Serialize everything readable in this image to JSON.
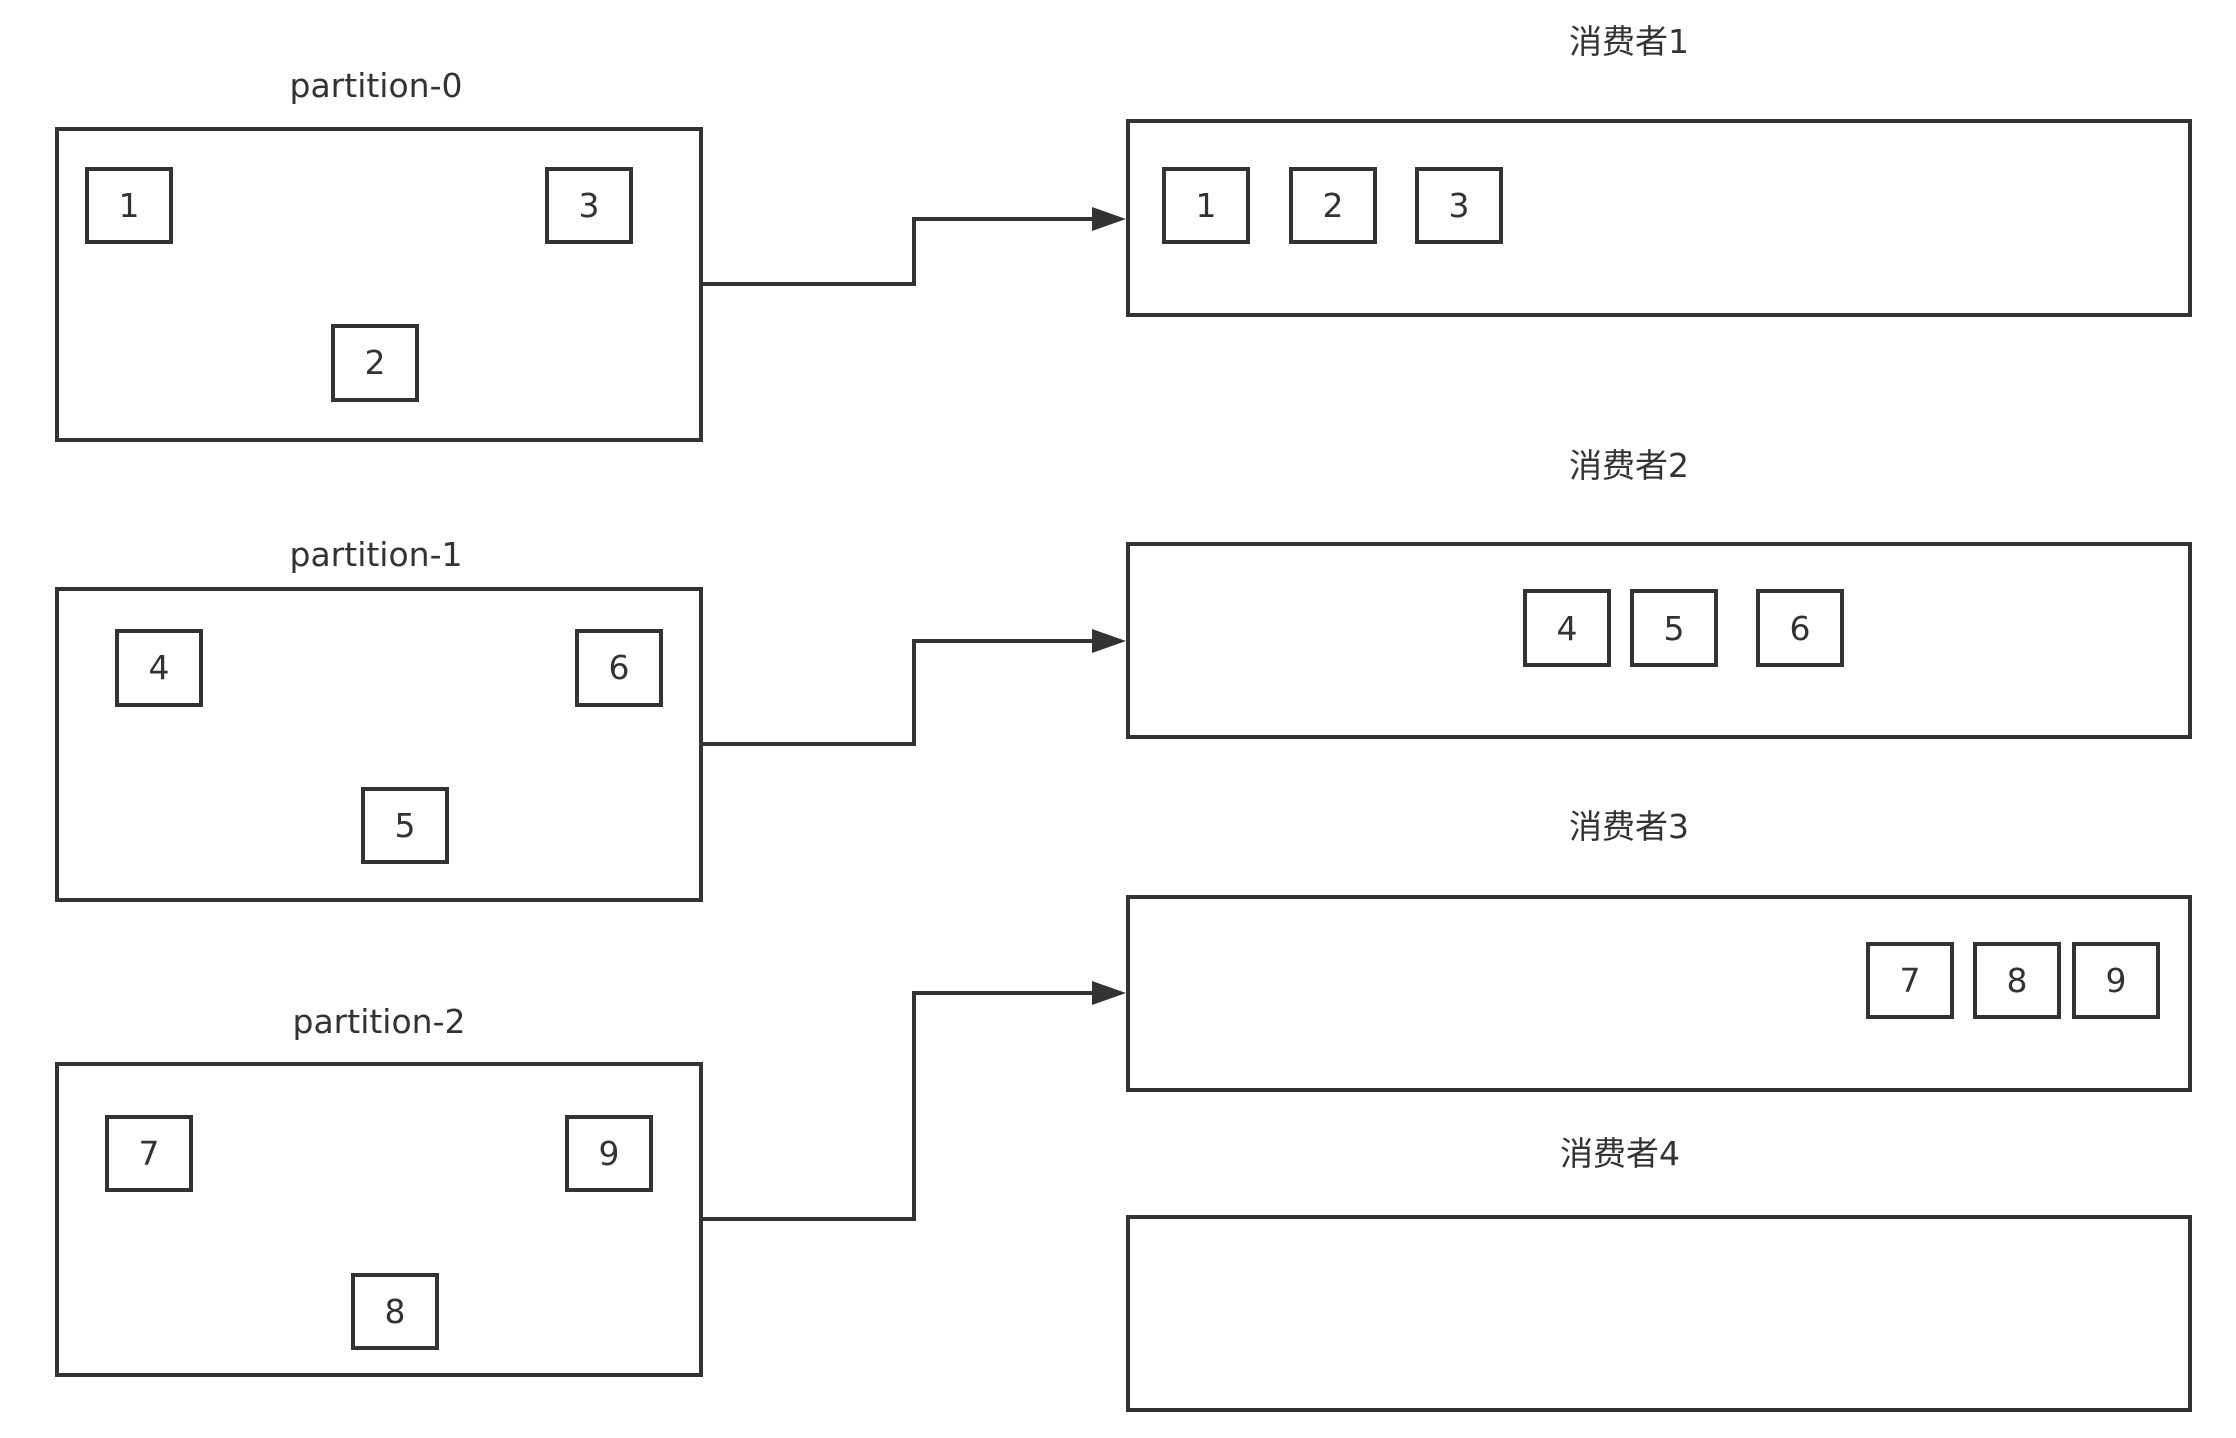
{
  "partitions": [
    {
      "label": "partition-0",
      "messages": [
        "1",
        "3",
        "2"
      ]
    },
    {
      "label": "partition-1",
      "messages": [
        "4",
        "6",
        "5"
      ]
    },
    {
      "label": "partition-2",
      "messages": [
        "7",
        "9",
        "8"
      ]
    }
  ],
  "consumers": [
    {
      "label": "消费者1",
      "messages": [
        "1",
        "2",
        "3"
      ]
    },
    {
      "label": "消费者2",
      "messages": [
        "4",
        "5",
        "6"
      ]
    },
    {
      "label": "消费者3",
      "messages": [
        "7",
        "8",
        "9"
      ]
    },
    {
      "label": "消费者4",
      "messages": []
    }
  ],
  "colors": {
    "stroke": "#333333",
    "background": "#ffffff"
  }
}
